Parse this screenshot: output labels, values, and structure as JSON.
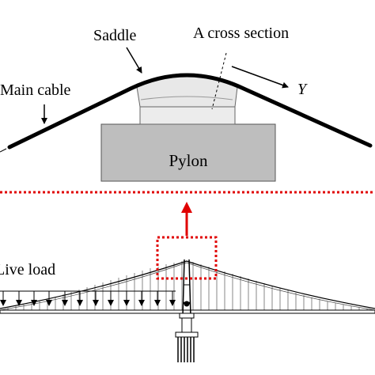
{
  "labels": {
    "saddle": "Saddle",
    "cross_section": "A cross section",
    "main_cable": "Main cable",
    "y_axis": "Y",
    "pylon": "Pylon",
    "live_load": "Live load"
  },
  "colors": {
    "highlight": "#e00000",
    "pylon_fill": "#bebebe",
    "saddle_fill": "#e8e8e8",
    "cable": "#000000"
  },
  "icons": {
    "load_arrows": "down-arrow",
    "detail_link": "up-arrow"
  }
}
